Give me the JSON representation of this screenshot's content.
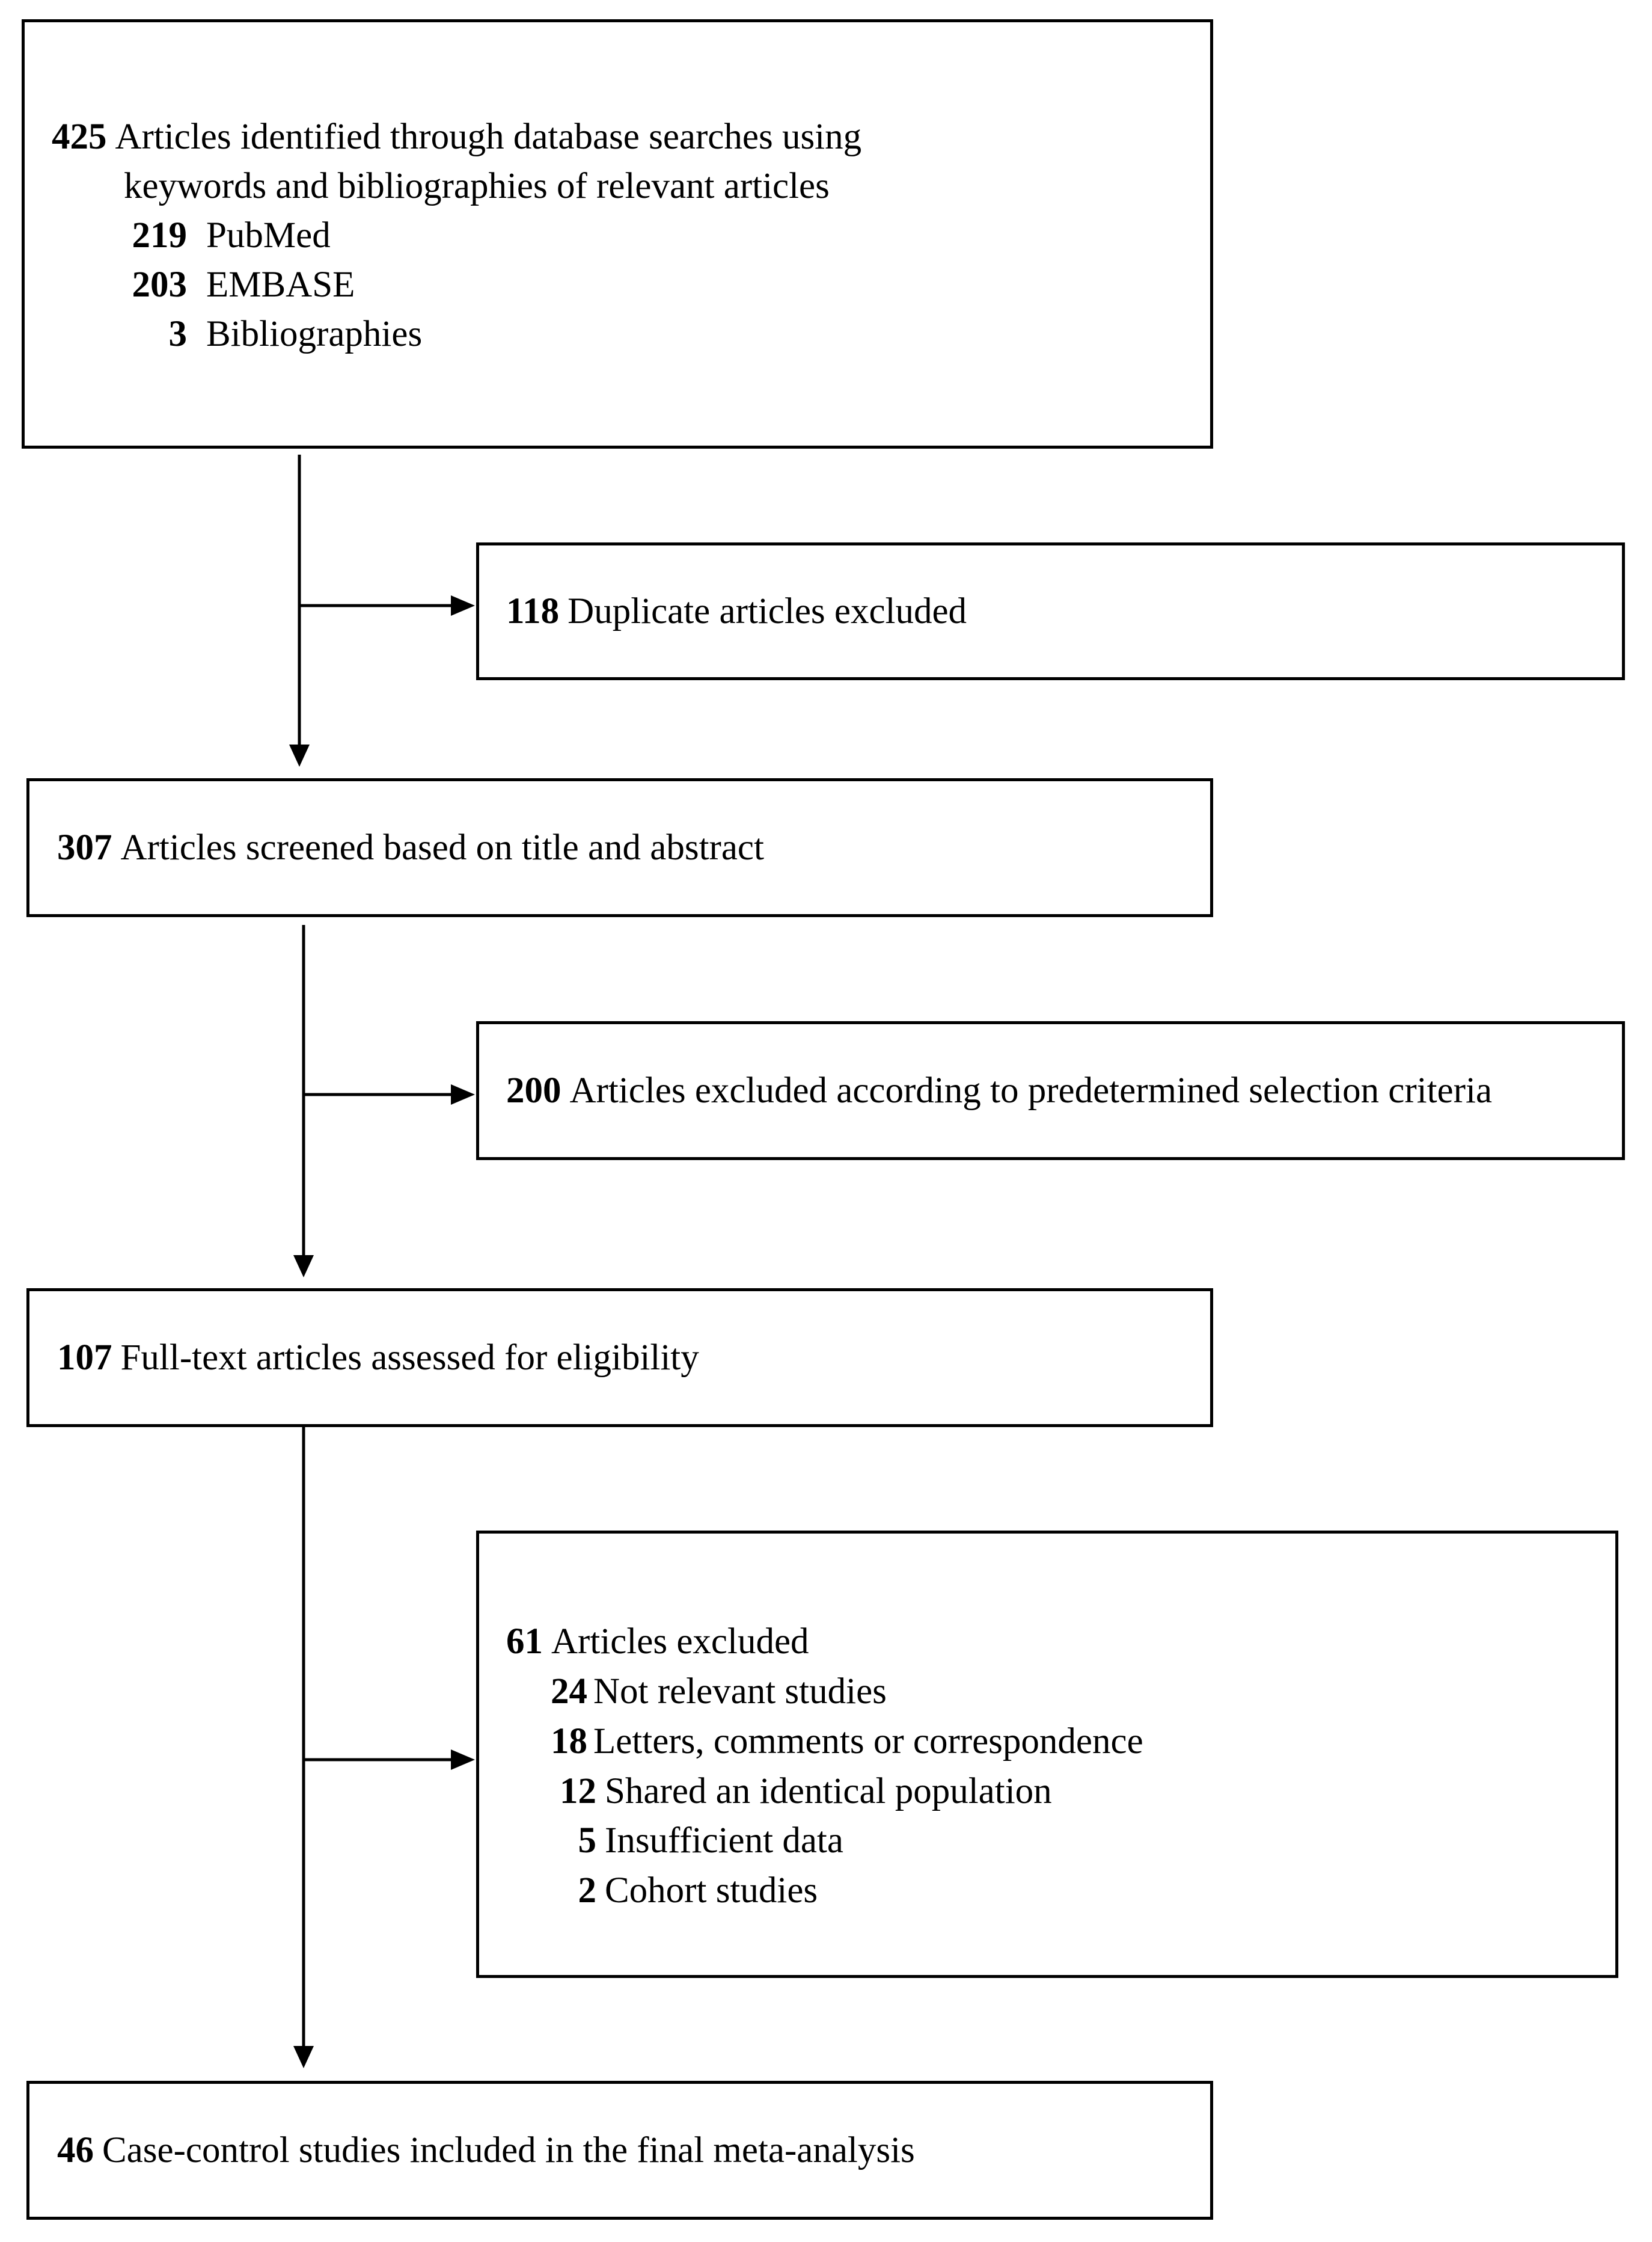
{
  "boxes": {
    "identified": {
      "total": "425",
      "text_line1": "Articles identified through database searches using",
      "text_line2": "keywords and bibliographies of relevant articles",
      "sources": [
        {
          "count": "219",
          "label": "PubMed"
        },
        {
          "count": "203",
          "label": "EMBASE"
        },
        {
          "count": "3",
          "label": "Bibliographies"
        }
      ]
    },
    "duplicates": {
      "count": "118",
      "text": "Duplicate articles excluded"
    },
    "screened": {
      "count": "307",
      "text": "Articles screened based on title and abstract"
    },
    "excluded_criteria": {
      "count": "200",
      "text": "Articles excluded according to predetermined selection criteria"
    },
    "fulltext": {
      "count": "107",
      "text": "Full-text articles assessed for eligibility"
    },
    "excluded_fulltext": {
      "count": "61",
      "text": "Articles excluded",
      "reasons": [
        {
          "count": "24",
          "label": "Not relevant studies"
        },
        {
          "count": "18",
          "label": "Letters, comments or correspondence"
        },
        {
          "count": "12",
          "label": "Shared an identical population"
        },
        {
          "count": "5",
          "label": "Insufficient data"
        },
        {
          "count": "2",
          "label": "Cohort studies"
        }
      ]
    },
    "included": {
      "count": "46",
      "text": "Case-control studies included in the final meta-analysis"
    }
  }
}
